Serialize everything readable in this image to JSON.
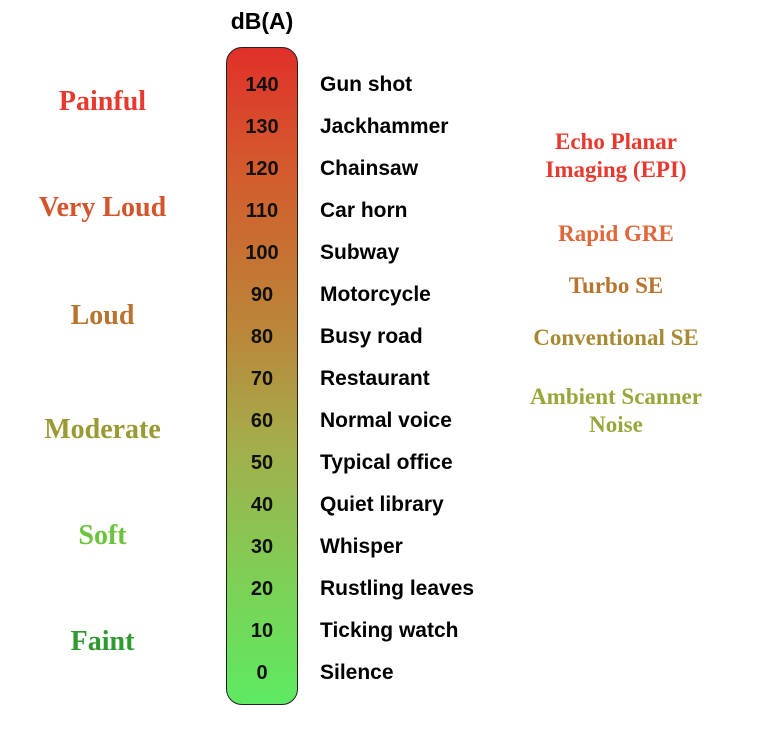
{
  "unit_label": "dB(A)",
  "scale": [
    {
      "db": "140",
      "source": "Gun shot"
    },
    {
      "db": "130",
      "source": "Jackhammer"
    },
    {
      "db": "120",
      "source": "Chainsaw"
    },
    {
      "db": "110",
      "source": "Car horn"
    },
    {
      "db": "100",
      "source": "Subway"
    },
    {
      "db": "90",
      "source": "Motorcycle"
    },
    {
      "db": "80",
      "source": "Busy road"
    },
    {
      "db": "70",
      "source": "Restaurant"
    },
    {
      "db": "60",
      "source": "Normal voice"
    },
    {
      "db": "50",
      "source": "Typical office"
    },
    {
      "db": "40",
      "source": "Quiet library"
    },
    {
      "db": "30",
      "source": "Whisper"
    },
    {
      "db": "20",
      "source": "Rustling leaves"
    },
    {
      "db": "10",
      "source": "Ticking watch"
    },
    {
      "db": "0",
      "source": "Silence"
    }
  ],
  "loudness_levels": [
    {
      "label": "Painful",
      "color": "#e8392f"
    },
    {
      "label": "Very Loud",
      "color": "#d4542c"
    },
    {
      "label": "Loud",
      "color": "#b8742e"
    },
    {
      "label": "Moderate",
      "color": "#9a9a35"
    },
    {
      "label": "Soft",
      "color": "#6cc33d"
    },
    {
      "label": "Faint",
      "color": "#2f9a2f"
    }
  ],
  "mri_sequences": [
    {
      "line1": "Echo Planar",
      "line2": "Imaging (EPI)",
      "color": "#e8392f"
    },
    {
      "line1": "Rapid GRE",
      "line2": "",
      "color": "#e0673a"
    },
    {
      "line1": "Turbo SE",
      "line2": "",
      "color": "#b8742e"
    },
    {
      "line1": "Conventional SE",
      "line2": "",
      "color": "#a88a33"
    },
    {
      "line1": "Ambient Scanner",
      "line2": "Noise",
      "color": "#9aa53a"
    }
  ]
}
